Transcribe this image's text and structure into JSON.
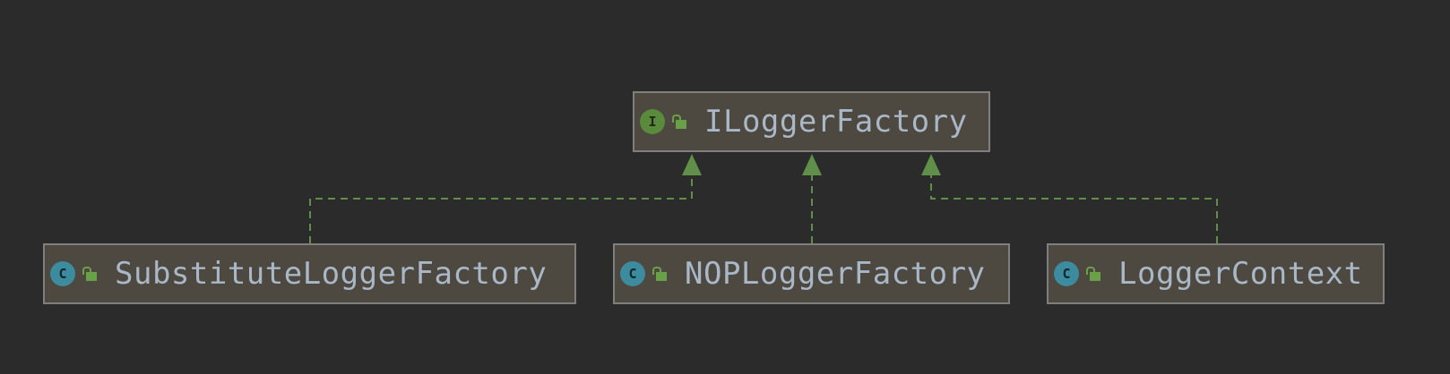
{
  "diagram": {
    "nodes": [
      {
        "id": "ILoggerFactory",
        "label": "ILoggerFactory",
        "kind": "interface",
        "badge_letter": "I",
        "visibility_icon": "unlock-icon"
      },
      {
        "id": "SubstituteLoggerFactory",
        "label": "SubstituteLoggerFactory",
        "kind": "class",
        "badge_letter": "C",
        "visibility_icon": "unlock-icon"
      },
      {
        "id": "NOPLoggerFactory",
        "label": "NOPLoggerFactory",
        "kind": "class",
        "badge_letter": "C",
        "visibility_icon": "unlock-icon"
      },
      {
        "id": "LoggerContext",
        "label": "LoggerContext",
        "kind": "class",
        "badge_letter": "C",
        "visibility_icon": "unlock-icon"
      }
    ],
    "edges": [
      {
        "from": "SubstituteLoggerFactory",
        "to": "ILoggerFactory",
        "type": "implements"
      },
      {
        "from": "NOPLoggerFactory",
        "to": "ILoggerFactory",
        "type": "implements"
      },
      {
        "from": "LoggerContext",
        "to": "ILoggerFactory",
        "type": "implements"
      }
    ],
    "colors": {
      "background": "#2b2b2b",
      "node_fill": "#4d4840",
      "node_border": "#7f7f7f",
      "label_text": "#a9b7c6",
      "edge": "#5f8f48",
      "interface_badge": "#5a8a3c",
      "class_badge": "#3d8b9f"
    }
  }
}
